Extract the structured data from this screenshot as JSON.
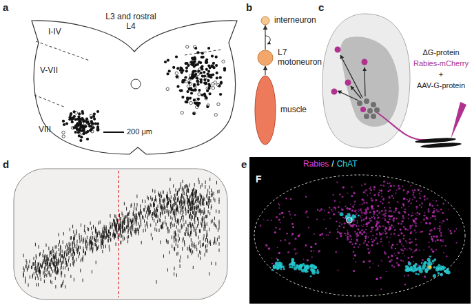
{
  "diagram": {
    "nodes": [
      {
        "text": [
          "interneuron"
        ]
      },
      {
        "text": [
          "L7 motoneuron"
        ]
      },
      {
        "text": [
          "muscle"
        ]
      }
    ],
    "edges": [
      {
        "from": 2,
        "to": 1,
        "arrow": "to"
      },
      {
        "from": 1,
        "to": 0,
        "arrow": "to"
      }
    ],
    "labels": [
      "a",
      "L3 and rostral L4",
      "I-IV",
      "V-VII",
      "VIII",
      "200 μm",
      "b",
      "c",
      "ΔG-protein",
      "Rabies-mCherry",
      "+",
      "AAV-G-protein",
      "d",
      "e",
      "F",
      "Rabies",
      "/",
      "ChAT"
    ]
  }
}
